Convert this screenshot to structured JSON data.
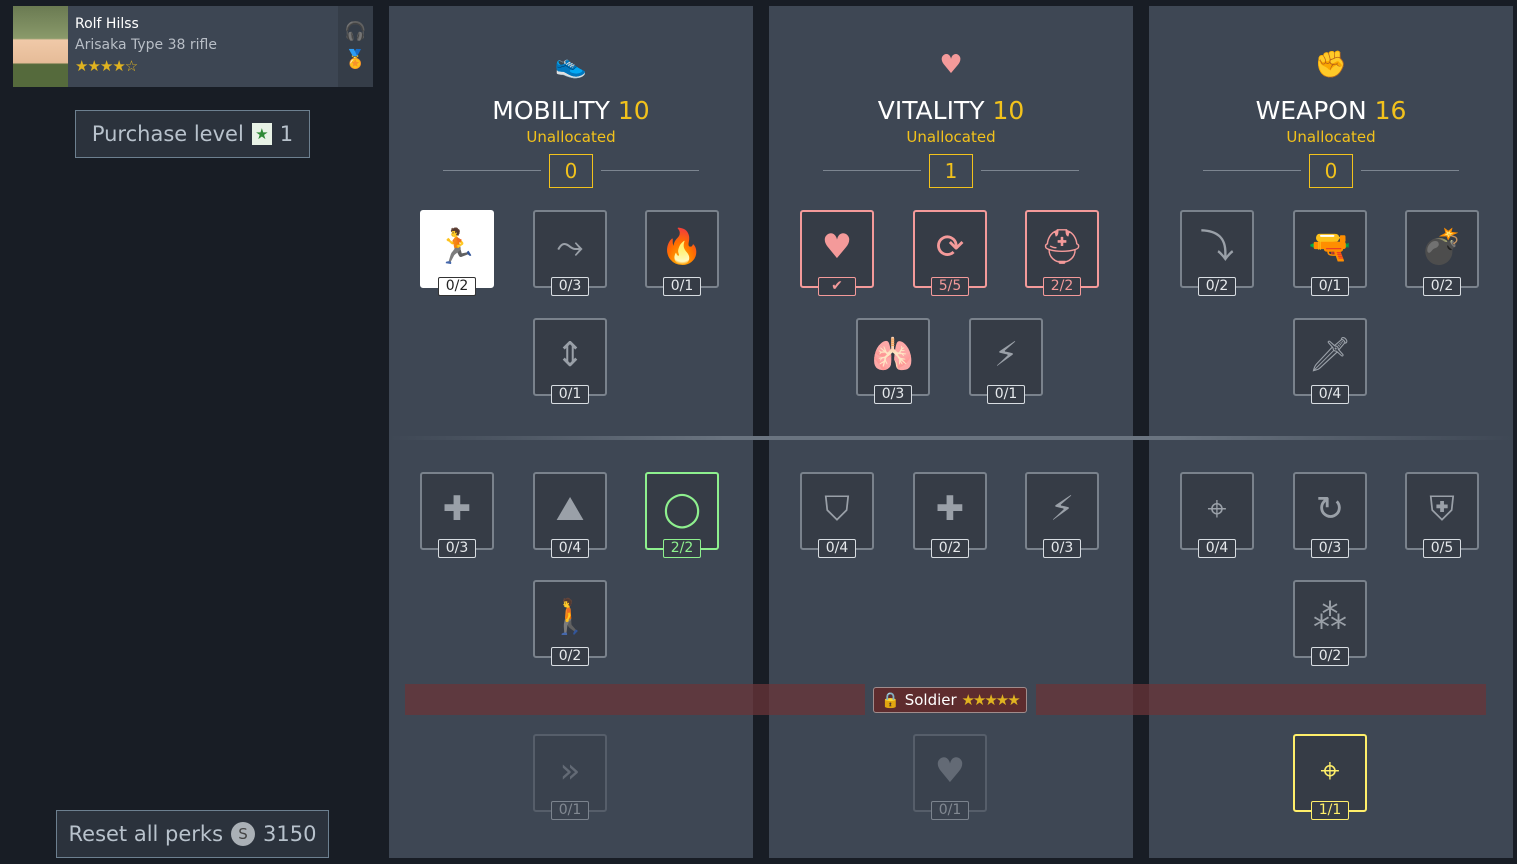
{
  "soldier": {
    "name": "Rolf Hilss",
    "weapon": "Arisaka Type 38 rifle",
    "stars": "★★★★☆"
  },
  "purchase": {
    "label": "Purchase level",
    "value": "1"
  },
  "reset": {
    "label": "Reset all perks",
    "cost": "3150"
  },
  "columns": [
    {
      "name": "MOBILITY",
      "value": "10",
      "color": "#8ef08e",
      "icon": "👟",
      "unallocated_label": "Unallocated",
      "unallocated": "0"
    },
    {
      "name": "VITALITY",
      "value": "10",
      "color": "#f49a9a",
      "icon": "♥",
      "unallocated_label": "Unallocated",
      "unallocated": "1"
    },
    {
      "name": "WEAPON",
      "value": "16",
      "color": "#ffef6a",
      "icon": "✊",
      "unallocated_label": "Unallocated",
      "unallocated": "0"
    }
  ],
  "perks": [
    {
      "name": "sprint-perk",
      "count": "0/2",
      "state": "sel",
      "glyph": "🏃"
    },
    {
      "name": "crawl-perk",
      "count": "0/3",
      "state": "",
      "glyph": "⤳"
    },
    {
      "name": "fire-resist-perk",
      "count": "0/1",
      "state": "",
      "glyph": "🔥"
    },
    {
      "name": "crouch-perk",
      "count": "0/1",
      "state": "",
      "glyph": "⇕"
    },
    {
      "name": "heal-speed-perk",
      "count": "0/3",
      "state": "",
      "glyph": "✚"
    },
    {
      "name": "climb-perk",
      "count": "0/4",
      "state": "",
      "glyph": "⛰"
    },
    {
      "name": "stamina-perk",
      "count": "2/2",
      "state": "green",
      "glyph": "◯"
    },
    {
      "name": "run-perk",
      "count": "0/2",
      "state": "",
      "glyph": "🚶"
    },
    {
      "name": "sprint-boost-perk",
      "count": "0/1",
      "state": "locked",
      "glyph": "»"
    },
    {
      "name": "health-perk",
      "count": "✔",
      "state": "red",
      "glyph": "♥"
    },
    {
      "name": "revive-perk",
      "count": "5/5",
      "state": "red",
      "glyph": "⟳"
    },
    {
      "name": "helmet-perk",
      "count": "2/2",
      "state": "red",
      "glyph": "⛑"
    },
    {
      "name": "lungs-perk",
      "count": "0/3",
      "state": "",
      "glyph": "🫁"
    },
    {
      "name": "energy-perk",
      "count": "0/1",
      "state": "",
      "glyph": "⚡"
    },
    {
      "name": "armor-perk",
      "count": "0/4",
      "state": "",
      "glyph": "⛉"
    },
    {
      "name": "heal-boost-perk",
      "count": "0/2",
      "state": "",
      "glyph": "✚"
    },
    {
      "name": "energy-boost-perk",
      "count": "0/3",
      "state": "",
      "glyph": "⚡"
    },
    {
      "name": "heart-boost-perk",
      "count": "0/1",
      "state": "locked",
      "glyph": "♥"
    },
    {
      "name": "stance-perk",
      "count": "0/2",
      "state": "",
      "glyph": "⤵"
    },
    {
      "name": "pistol-perk",
      "count": "0/1",
      "state": "",
      "glyph": "🔫"
    },
    {
      "name": "grenade-perk",
      "count": "0/2",
      "state": "",
      "glyph": "💣"
    },
    {
      "name": "melee-perk",
      "count": "0/4",
      "state": "",
      "glyph": "🗡"
    },
    {
      "name": "aim-perk",
      "count": "0/4",
      "state": "",
      "glyph": "⌖"
    },
    {
      "name": "reload-perk",
      "count": "0/3",
      "state": "",
      "glyph": "↻"
    },
    {
      "name": "shield-perk",
      "count": "0/5",
      "state": "",
      "glyph": "⛨"
    },
    {
      "name": "ammo-perk",
      "count": "0/2",
      "state": "",
      "glyph": "⁂"
    },
    {
      "name": "focus-perk",
      "count": "1/1",
      "state": "yellow",
      "glyph": "⌖"
    }
  ],
  "lock": {
    "label": "Soldier",
    "stars": "★★★★★"
  }
}
